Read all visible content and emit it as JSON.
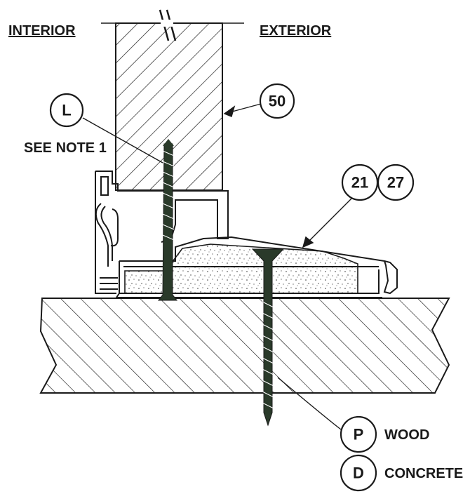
{
  "labels": {
    "interior": "INTERIOR",
    "exterior": "EXTERIOR",
    "see_note": "SEE NOTE 1",
    "wood": "WOOD",
    "concrete": "CONCRETE"
  },
  "callouts": {
    "l": "L",
    "c50": "50",
    "c21": "21",
    "c27": "27",
    "p": "P",
    "d": "D"
  },
  "colors": {
    "ink": "#1a1a1a",
    "screw": "#2a3a2a",
    "background": "#ffffff"
  }
}
